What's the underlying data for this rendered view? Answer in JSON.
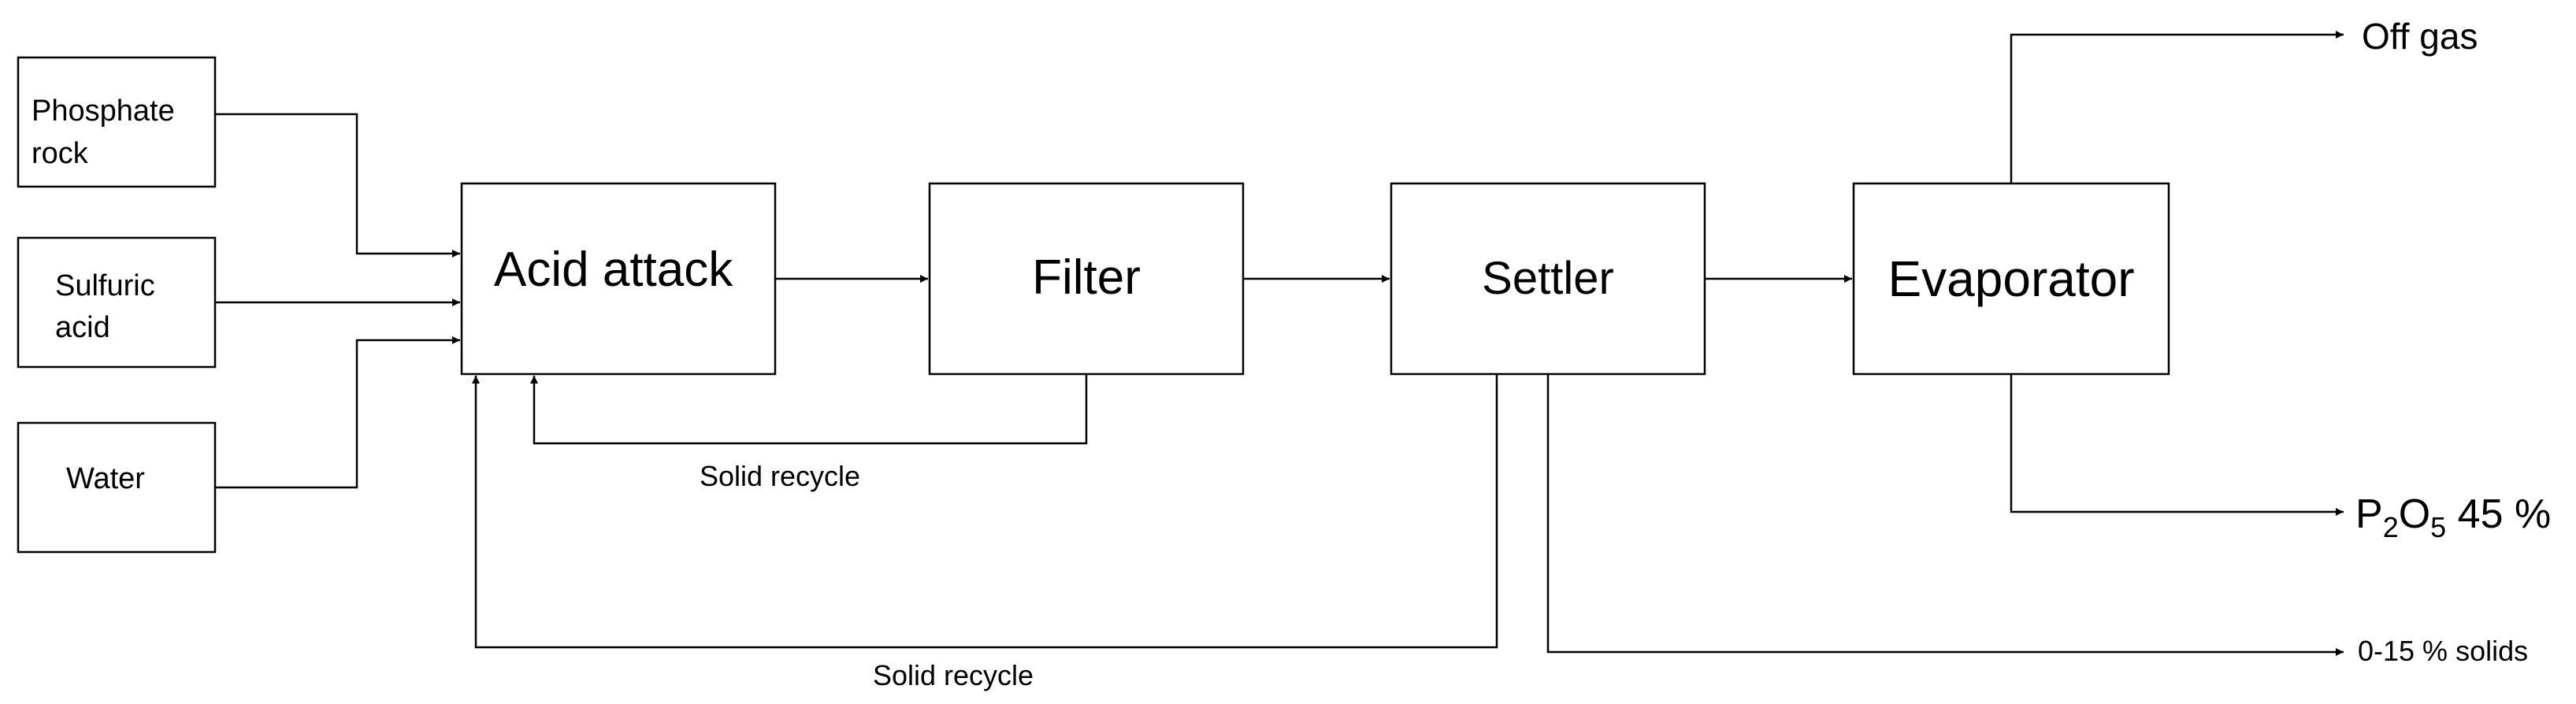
{
  "diagram": {
    "inputs": {
      "phosphate_rock_line1": "Phosphate",
      "phosphate_rock_line2": "rock",
      "sulfuric_acid_line1": "Sulfuric",
      "sulfuric_acid_line2": "acid",
      "water": "Water"
    },
    "units": {
      "acid_attack": "Acid attack",
      "filter": "Filter",
      "settler": "Settler",
      "evaporator": "Evaporator"
    },
    "recycles": {
      "filter_recycle": "Solid recycle",
      "settler_recycle": "Solid recycle"
    },
    "outputs": {
      "off_gas": "Off gas",
      "p2o5_prefix": "P",
      "p2o5_sub1": "2",
      "p2o5_mid": "O",
      "p2o5_sub2": "5",
      "p2o5_suffix": " 45 %",
      "solids": "0-15 % solids"
    },
    "colors": {
      "stroke": "#000000",
      "background": "#ffffff"
    }
  }
}
